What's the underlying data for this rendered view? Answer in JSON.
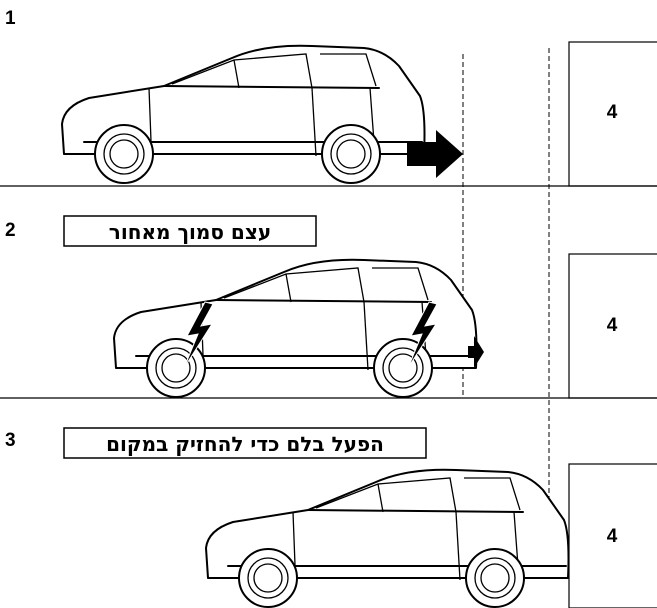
{
  "steps": [
    {
      "number": "1",
      "obstacle_label": "4"
    },
    {
      "number": "2",
      "caption": "עצם סמוך מאחור",
      "obstacle_label": "4"
    },
    {
      "number": "3",
      "caption": "הפעל בלם כדי להחזיק במקום",
      "obstacle_label": "4"
    }
  ],
  "icons": {
    "car": "car-side-icon",
    "arrow": "arrow-right-icon",
    "impact": "lightning-bolt-icon"
  }
}
